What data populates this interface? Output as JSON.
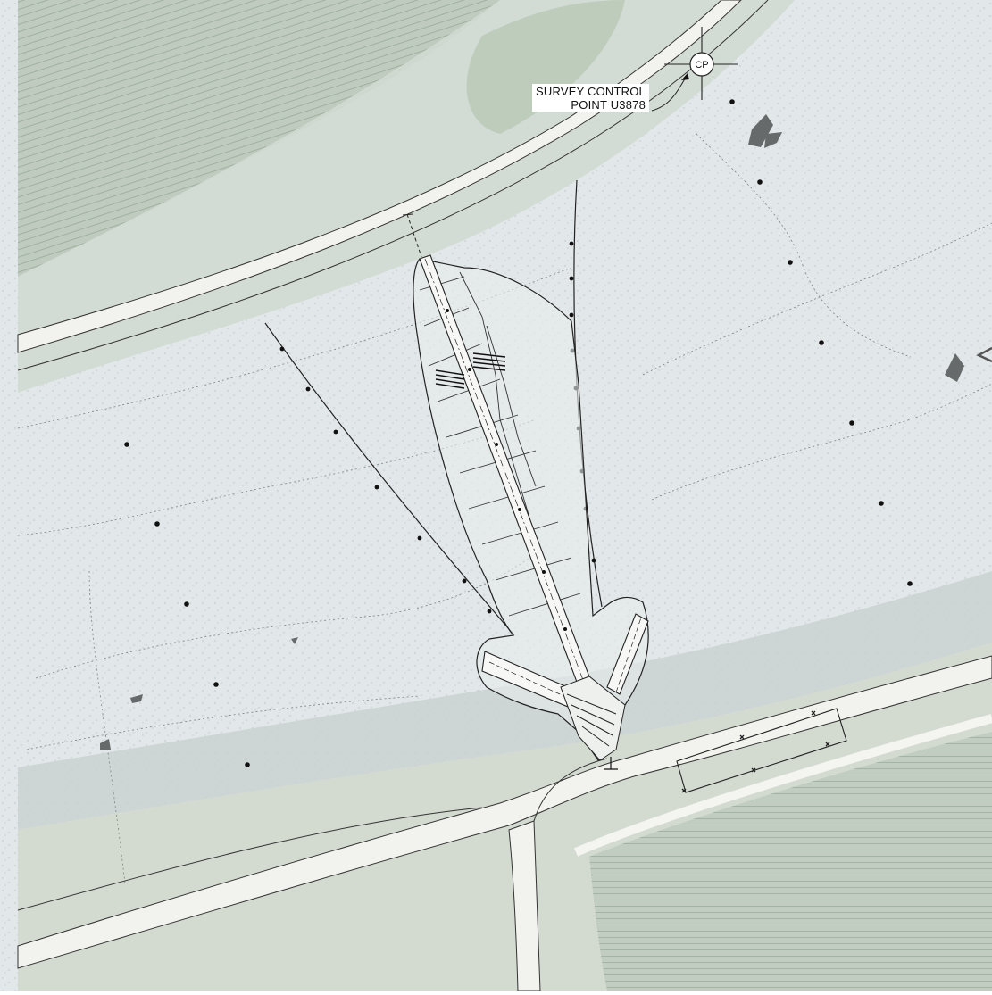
{
  "map": {
    "survey_control": {
      "symbol": "CP",
      "label_line1": "SURVEY CONTROL",
      "label_line2": "POINT U3878"
    }
  },
  "colors": {
    "field_green": "#b8c7b8",
    "river_bed": "#e4e8ea",
    "road_fill": "#f3f3f0",
    "berm": "#cad3c8",
    "linework": "#222222",
    "contour": "#7a8080"
  }
}
